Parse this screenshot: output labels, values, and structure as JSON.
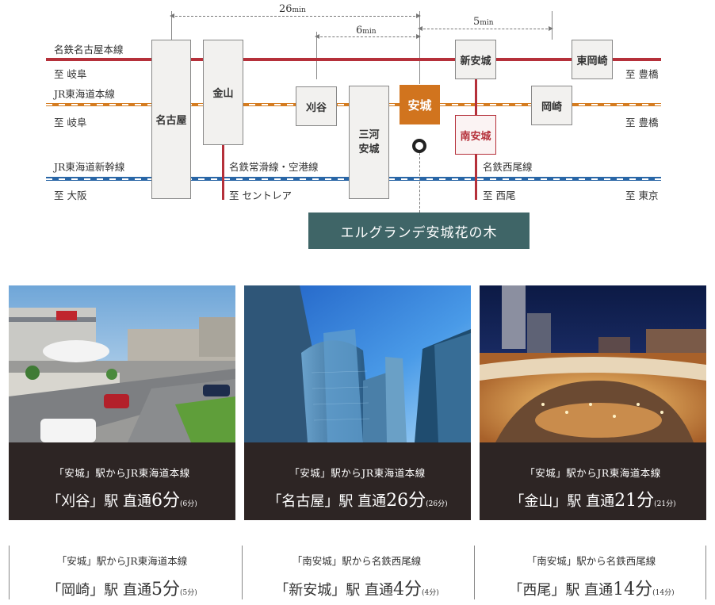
{
  "lines": {
    "meitetsu_nagoya": {
      "name": "名鉄名古屋本線",
      "to_left": "至 岐阜",
      "to_right": "至 豊橋"
    },
    "jr_tokaido": {
      "name": "JR東海道本線",
      "to_left": "至 岐阜",
      "to_right": "至 豊橋"
    },
    "jr_shinkansen": {
      "name": "JR東海道新幹線",
      "to_left": "至 大阪",
      "to_right": "至 東京"
    },
    "meitetsu_tokoname": {
      "name": "名鉄常滑線・空港線",
      "to": "至 セントレア"
    },
    "meitetsu_nishio": {
      "name": "名鉄西尾線",
      "to": "至 西尾"
    }
  },
  "stations": {
    "nagoya": "名古屋",
    "kanayama": "金山",
    "kariya": "刈谷",
    "mikawa_anjo": "三河安城",
    "anjo": "安城",
    "shin_anjo": "新安城",
    "minami_anjo": "南安城",
    "okazaki": "岡崎",
    "higashi_okazaki": "東岡崎"
  },
  "durations": {
    "d26": {
      "value": "26",
      "unit": "min"
    },
    "d6": {
      "value": "6",
      "unit": "min"
    },
    "d5": {
      "value": "5",
      "unit": "min"
    }
  },
  "property_name": "エルグランデ安城花の木",
  "cards": [
    {
      "line": "「安城」駅からJR東海道本線",
      "dest": "「刈谷」駅",
      "direct": "直通",
      "time": "6分",
      "paren": "(6分)"
    },
    {
      "line": "「安城」駅からJR東海道本線",
      "dest": "「名古屋」駅",
      "direct": "直通",
      "time": "26分",
      "paren": "(26分)"
    },
    {
      "line": "「安城」駅からJR東海道本線",
      "dest": "「金山」駅",
      "direct": "直通",
      "time": "21分",
      "paren": "(21分)"
    }
  ],
  "text_cards": [
    {
      "line": "「安城」駅からJR東海道本線",
      "dest": "「岡崎」駅",
      "direct": "直通",
      "time": "5分",
      "paren": "(5分)"
    },
    {
      "line": "「南安城」駅から名鉄西尾線",
      "dest": "「新安城」駅",
      "direct": "直通",
      "time": "4分",
      "paren": "(4分)"
    },
    {
      "line": "「南安城」駅から名鉄西尾線",
      "dest": "「西尾」駅",
      "direct": "直通",
      "time": "14分",
      "paren": "(14分)"
    }
  ],
  "colors": {
    "meitetsu": "#b5303a",
    "jr_tokaido": "#d57c20",
    "shinkansen": "#2966a6",
    "anjo_station": "#d1741e",
    "property_box": "#3f6567",
    "caption_bg": "#2d2524"
  }
}
